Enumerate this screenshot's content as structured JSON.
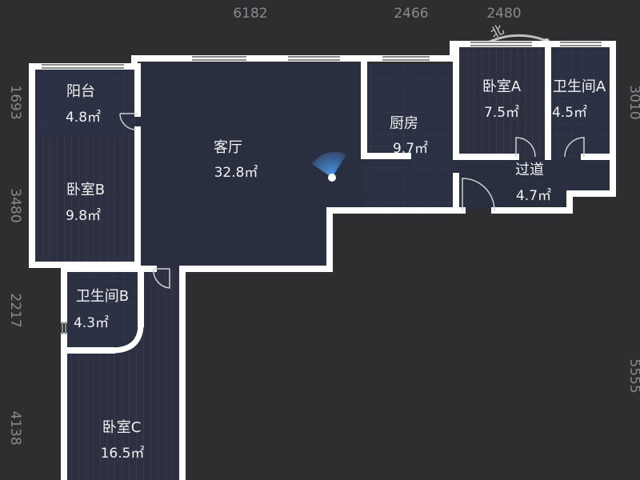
{
  "dimensions": {
    "top": [
      "6182",
      "2466",
      "2480"
    ],
    "left": [
      "1693",
      "3480",
      "2217",
      "4138"
    ],
    "right": [
      "3010",
      "5555"
    ]
  },
  "compass": {
    "north_label": "北"
  },
  "rooms": {
    "balcony": {
      "name": "阳台",
      "area": "4.8㎡"
    },
    "living": {
      "name": "客厅",
      "area": "32.8㎡"
    },
    "kitchen": {
      "name": "厨房",
      "area": "9.7㎡"
    },
    "bedroom_a": {
      "name": "卧室A",
      "area": "7.5㎡"
    },
    "bathroom_a": {
      "name": "卫生间A",
      "area": "4.5㎡"
    },
    "corridor": {
      "name": "过道",
      "area": "4.7㎡"
    },
    "bedroom_b": {
      "name": "卧室B",
      "area": "9.8㎡"
    },
    "bathroom_b": {
      "name": "卫生间B",
      "area": "4.3㎡"
    },
    "bedroom_c": {
      "name": "卧室C",
      "area": "16.5㎡"
    }
  },
  "colors": {
    "background": "#2e2e31",
    "floor": "#2a2f3f",
    "wall": "#ffffff",
    "camera": "#4da3ff"
  }
}
